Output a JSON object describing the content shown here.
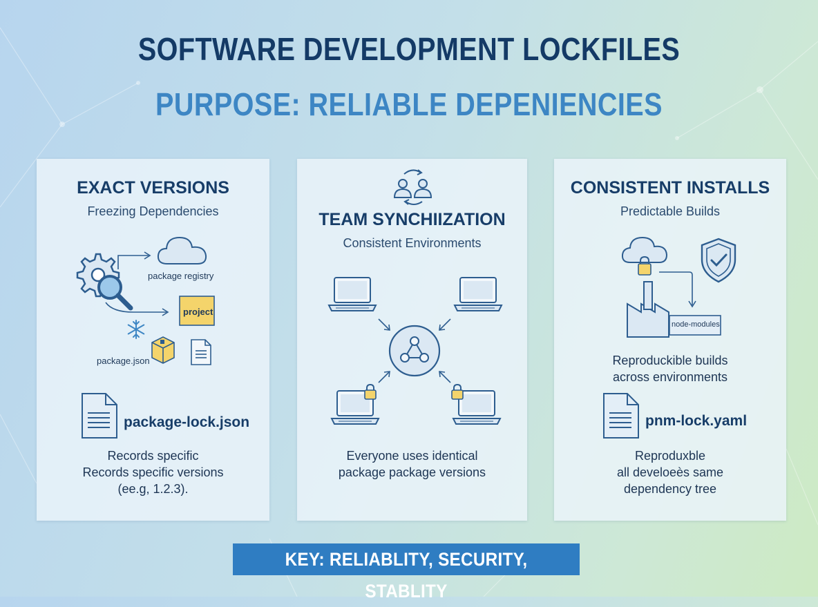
{
  "header": {
    "title": "SOFTWARE DEVELOPMENT LOCKFILES",
    "subtitle": "PURPOSE: RELIABLE DEPENIENCIES"
  },
  "panels": {
    "exact": {
      "title": "EXACT VERSIONS",
      "subtitle": "Freezing Dependencies",
      "registry_label": "package registry",
      "project_label": "project",
      "packagejson_label": "package.json",
      "file_name": "package-lock.json",
      "desc": [
        "Records specific",
        "Records specific versions",
        "(ee.g, 1.2.3)."
      ]
    },
    "team": {
      "title": "TEAM SYNCHIIZATION",
      "subtitle": "Consistent Environments",
      "desc": [
        "Everyone uses identical",
        "package package versions"
      ]
    },
    "consistent": {
      "title": "CONSISTENT INSTALLS",
      "subtitle": "Predictable Builds",
      "modules_label": "node-modules",
      "desc_top": [
        "Reproduckible builds",
        "across environments"
      ],
      "file_name": "pnm-lock.yaml",
      "desc": [
        "Reproduxble",
        "all develoeès same",
        "dependency tree"
      ]
    }
  },
  "footer": {
    "key": "KEY: RELIABLITY, SECURITY, STABLITY"
  },
  "colors": {
    "title": "#143a66",
    "subtitle": "#3d86c4",
    "icon_stroke": "#2d5d8f",
    "accent_yellow": "#f4d46b",
    "key_bg": "#2f7dc2"
  }
}
